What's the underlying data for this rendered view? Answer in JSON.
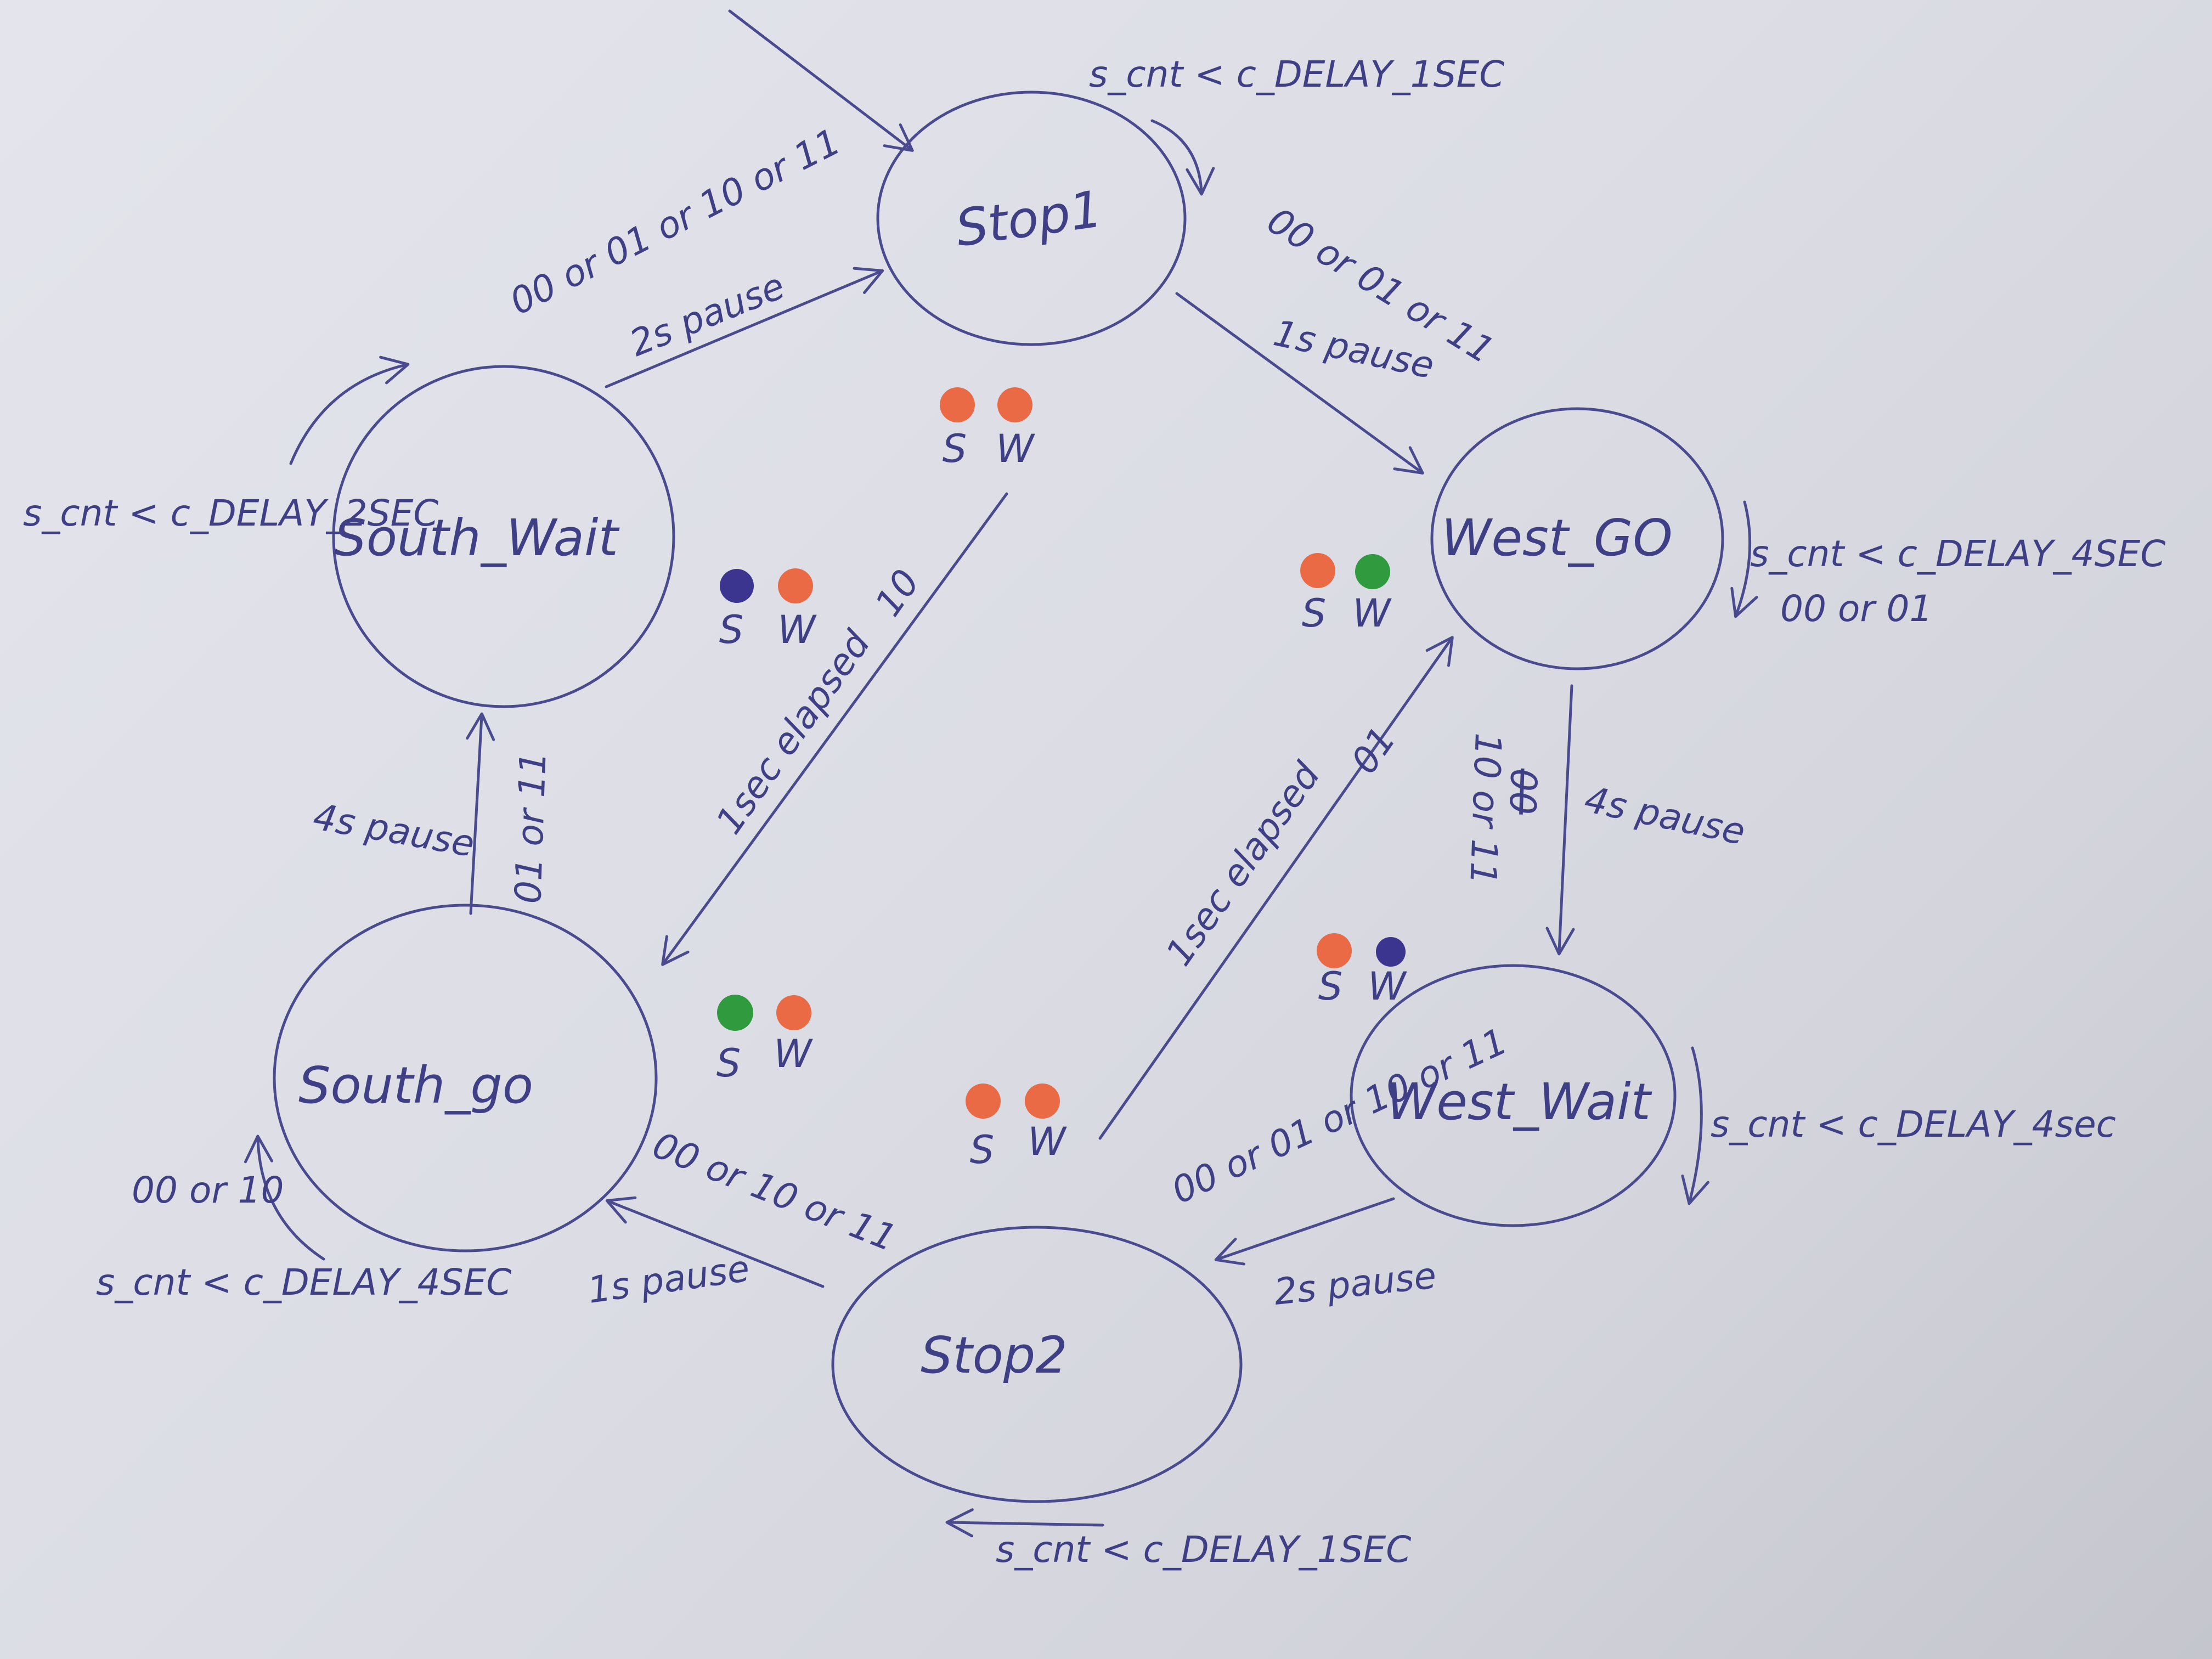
{
  "colors": {
    "ink": "#4a4a8e",
    "red": "#ea6a45",
    "green": "#2f9a3e",
    "blue": "#3b3590"
  },
  "states": {
    "stop1": "Stop1",
    "west_go": "West_GO",
    "west_wait": "West_Wait",
    "stop2": "Stop2",
    "south_go": "South_go",
    "south_wait": "South_Wait"
  },
  "lights": {
    "letter_s": "S",
    "letter_w": "W",
    "stop1": {
      "s": "red",
      "w": "red"
    },
    "west_go": {
      "s": "red",
      "w": "green"
    },
    "west_wait": {
      "s": "red",
      "w": "blue"
    },
    "stop2": {
      "s": "red",
      "w": "red"
    },
    "south_go": {
      "s": "green",
      "w": "red"
    },
    "south_wait": {
      "s": "blue",
      "w": "red"
    }
  },
  "labels": {
    "stop1_self": "s_cnt < c_DELAY_1SEC",
    "stop1_to_westgo_cond": "00 or 01 or 11",
    "stop1_to_westgo_pause": "1s pause",
    "westgo_self": "s_cnt < c_DELAY_4SEC",
    "westgo_self_cond": "00 or 01",
    "westgo_to_westwait_cond": "10 or 11",
    "westgo_to_westwait_struck": "00",
    "westgo_to_westwait_pause": "4s pause",
    "westwait_self": "s_cnt < c_DELAY_4sec",
    "westwait_to_stop2_cond": "00 or 01 or 10 or 11",
    "westwait_to_stop2_pause": "2s pause",
    "stop2_self": "s_cnt < c_DELAY_1SEC",
    "stop2_to_westgo_elapsed": "1sec elapsed",
    "stop2_to_westgo_cond": "01",
    "stop2_to_southgo_cond": "00 or 10 or 11",
    "stop2_to_southgo_pause": "1s pause",
    "southgo_self_cond": "00 or 10",
    "southgo_self": "s_cnt < c_DELAY_4SEC",
    "southgo_to_southwait_cond": "01 or 11",
    "southgo_to_southwait_pause": "4s pause",
    "southwait_self": "s_cnt < c_DELAY_2SEC",
    "southwait_to_stop1_cond": "00 or 01 or 10 or 11",
    "southwait_to_stop1_pause": "2s pause",
    "stop1_to_southgo_elapsed": "1sec elapsed",
    "stop1_to_southgo_cond": "10"
  }
}
